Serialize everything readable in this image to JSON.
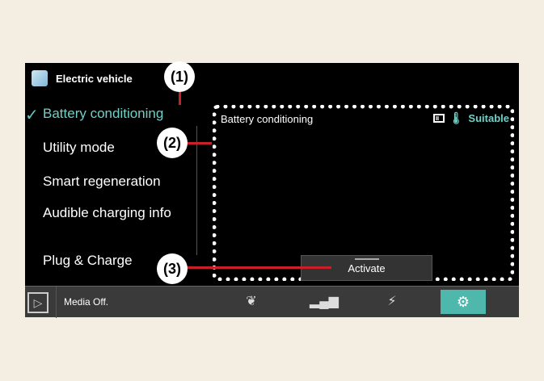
{
  "header": {
    "title": "Electric vehicle"
  },
  "menu": {
    "items": [
      {
        "label": "Battery conditioning",
        "active": true
      },
      {
        "label": "Utility mode"
      },
      {
        "label": "Smart regeneration"
      },
      {
        "label": "Audible charging info"
      },
      {
        "label": "Plug & Charge"
      }
    ]
  },
  "panel": {
    "title": "Battery conditioning",
    "status": "Suitable",
    "button": "Activate"
  },
  "bottombar": {
    "media": "Media Off.",
    "icons": [
      "play-icon",
      "eco-leaf-icon",
      "bar-chart-icon",
      "charging-settings-icon",
      "settings-gear-icon"
    ]
  },
  "callouts": [
    "(1)",
    "(2)",
    "(3)"
  ],
  "colors": {
    "accent": "#4fb8ad",
    "callout_line": "#c8202a"
  }
}
